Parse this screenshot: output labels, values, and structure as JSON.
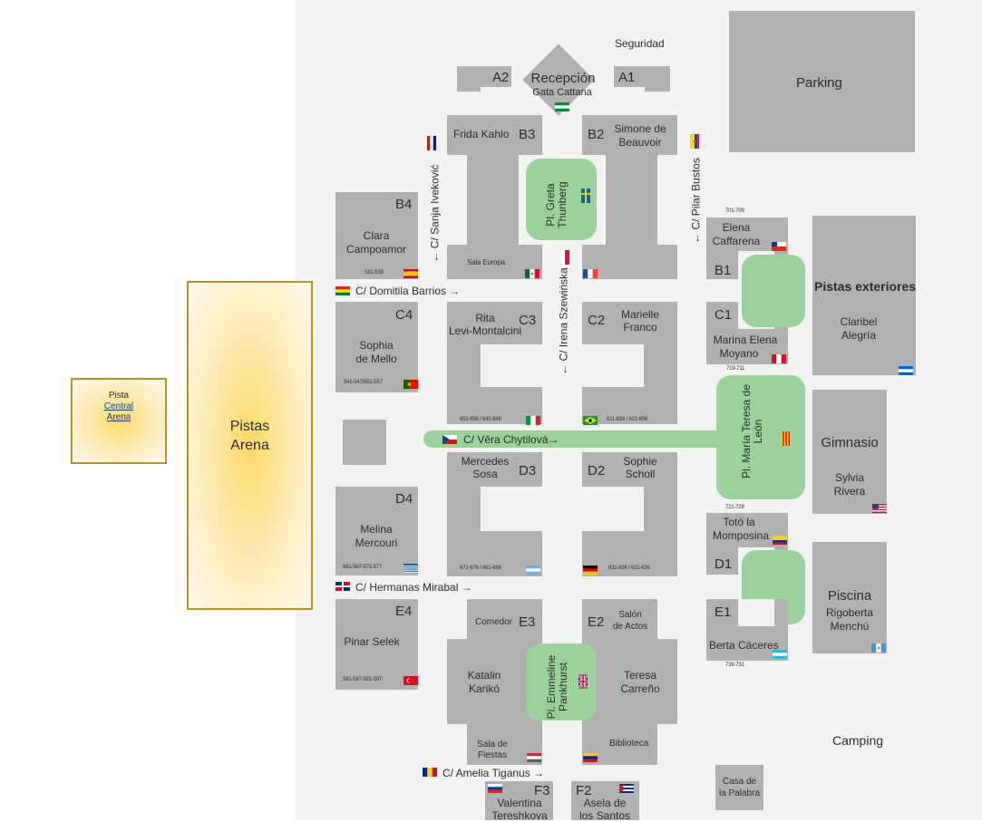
{
  "colors": {
    "building": "#b2b1b0",
    "green": "#9bd29b",
    "arena_border": "#b8931e",
    "arena_fill": "#fbd966",
    "background": "#f3f3f3"
  },
  "arena": {
    "small_line1": "Pista",
    "small_line2": "Central",
    "small_line3": "Arena",
    "big_line1": "Pistas",
    "big_line2": "Arena"
  },
  "top": {
    "seguridad": "Seguridad",
    "a2": "A2",
    "a1": "A1",
    "recepcion": "Recepción",
    "gata": "Gata Cattana",
    "parking": "Parking"
  },
  "b": {
    "frida": "Frida Kahlo",
    "b3": "B3",
    "b2": "B2",
    "simone_1": "Simone de",
    "simone_2": "Beauvoir",
    "sala_europa": "Sala Europa",
    "greta": "Pl. Greta Thunberg",
    "b4": "B4",
    "clara_1": "Clara",
    "clara_2": "Campoamor",
    "num_531": "531-539",
    "elena_num": "701-709",
    "elena_1": "Elena",
    "elena_2": "Caffarena",
    "b1": "B1"
  },
  "streets": {
    "sanja": "← C/ Sanja Iveković",
    "pilar": "← C/ Pilar Bustos",
    "irena": "← C/ Irena Szewińska",
    "domitila": "C/ Domitila Barrios →",
    "vera": "C/ Věra Chytilová→",
    "mirabal": "C/ Hermanas Mirabal →",
    "tiganus": "C/ Amelia Tiganus →"
  },
  "c": {
    "c4": "C4",
    "sophia_1": "Sophia",
    "sophia_2": "de Mello",
    "sophia_num": "541-547/551-557",
    "rita_1": "Rita",
    "rita_2": "Levi-Montalcini",
    "c3": "C3",
    "c2": "C2",
    "marielle_1": "Marielle",
    "marielle_2": "Franco",
    "c3_num": "651-656 / 641-648",
    "c2_num": "611-616 / 621-606",
    "c1": "C1",
    "marina_1": "Marina Elena",
    "marina_2": "Moyano",
    "marina_num": "719-711",
    "pistas_ext": "Pistas exteriores",
    "claribel_1": "Claribel",
    "claribel_2": "Alegría",
    "maria_teresa": "Pl. María Teresa de León"
  },
  "d": {
    "mercedes_1": "Mercedes",
    "mercedes_2": "Sosa",
    "d3": "D3",
    "d2": "D2",
    "sophie_1": "Sophie",
    "sophie_2": "Scholl",
    "d4": "D4",
    "melina_1": "Melina",
    "melina_2": "Mercouri",
    "melina_num": "561-567-571-577",
    "d3_num": "671-676 / 661-666",
    "d2_num": "631-636 / 621-626",
    "gimnasio": "Gimnasio",
    "sylvia_1": "Sylvia",
    "sylvia_2": "Rivera",
    "toto_num": "721-729",
    "toto_1": "Totó la",
    "toto_2": "Momposina",
    "d1": "D1"
  },
  "e": {
    "e4": "E4",
    "pinar": "Pinar Selek",
    "pinar_num": "581-587-591-597",
    "comedor": "Comedor",
    "e3": "E3",
    "e2": "E2",
    "salon_1": "Salón",
    "salon_2": "de Actos",
    "katalin_1": "Katalin",
    "katalin_2": "Karikó",
    "teresa_1": "Teresa",
    "teresa_2": "Carreño",
    "emmeline": "Pl. Emmeline Pankhurst",
    "sala_fiestas_1": "Sala de",
    "sala_fiestas_2": "Fiestas",
    "biblioteca": "Biblioteca",
    "e1": "E1",
    "berta": "Berta Cáceres",
    "berta_num": "739-731",
    "piscina": "Piscina",
    "rigoberta_1": "Rigoberta",
    "rigoberta_2": "Menchú",
    "camping": "Camping"
  },
  "f": {
    "f3": "F3",
    "valentina_1": "Valentina",
    "valentina_2": "Tereshkova",
    "f2": "F2",
    "asela_1": "Asela de",
    "asela_2": "los Santos",
    "casa_1": "Casa de",
    "casa_2": "la Palabra"
  }
}
